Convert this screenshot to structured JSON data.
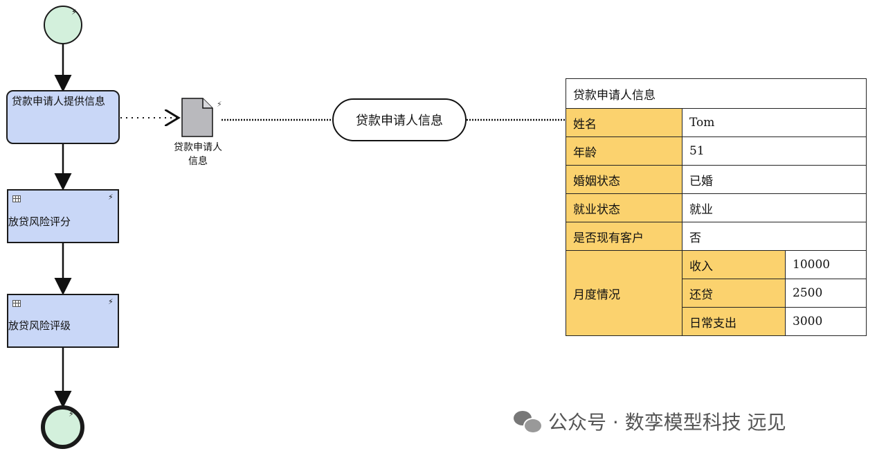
{
  "process": {
    "task_provide_info": "贷款申请人提供信息",
    "task_risk_score": "放贷风险评分",
    "task_risk_rating": "放贷风险评级",
    "data_object_label_line1": "贷款申请人",
    "data_object_label_line2": "信息",
    "data_input_label": "贷款申请人信息"
  },
  "table": {
    "title": "贷款申请人信息",
    "rows": [
      {
        "key": "姓名",
        "value": "Tom"
      },
      {
        "key": "年龄",
        "value": "51"
      },
      {
        "key": "婚姻状态",
        "value": "已婚"
      },
      {
        "key": "就业状态",
        "value": "就业"
      },
      {
        "key": "是否现有客户",
        "value": "否"
      }
    ],
    "monthly": {
      "key": "月度情况",
      "items": [
        {
          "key": "收入",
          "value": "10000"
        },
        {
          "key": "还贷",
          "value": "2500"
        },
        {
          "key": "日常支出",
          "value": "3000"
        }
      ]
    }
  },
  "watermark": "公众号 · 数孪模型科技 远见",
  "colors": {
    "task_fill": "#c9d7f7",
    "event_fill": "#d3f0dc",
    "key_cell_fill": "#fbd26e",
    "document_fill": "#b9b9bd"
  },
  "icons": [
    "bolt-icon",
    "table-icon",
    "document-icon",
    "wechat-icon"
  ]
}
